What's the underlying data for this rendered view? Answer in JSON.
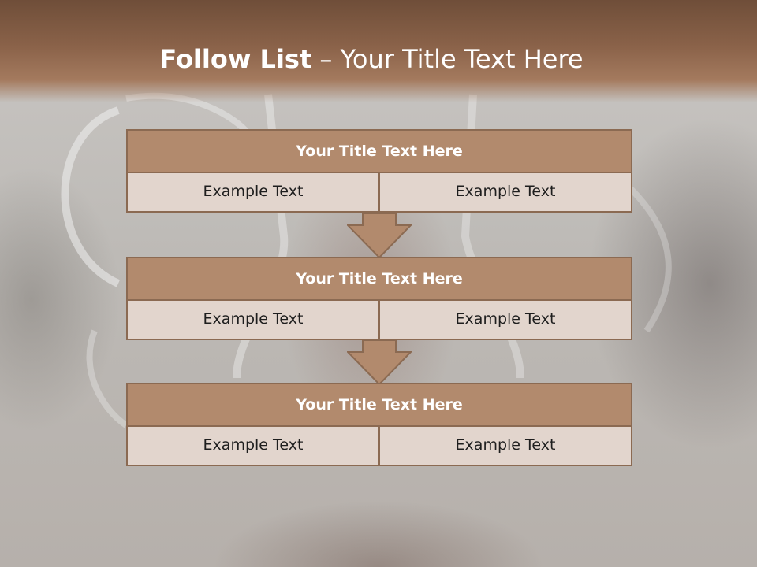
{
  "slide": {
    "title_bold": "Follow List",
    "title_separator": "–",
    "title_rest": "Your Title Text Here"
  },
  "blocks": [
    {
      "title": "Your Title Text Here",
      "cells": [
        "Example Text",
        "Example Text"
      ]
    },
    {
      "title": "Your Title Text Here",
      "cells": [
        "Example Text",
        "Example Text"
      ]
    },
    {
      "title": "Your Title Text Here",
      "cells": [
        "Example Text",
        "Example Text"
      ]
    }
  ],
  "colors": {
    "header_band": "#8a6249",
    "block_title_fill": "#b28a6d",
    "block_row_fill": "#e2d5cd",
    "border": "#8b6a52",
    "arrow_fill": "#b28a6d"
  },
  "icons": [
    "down-arrow-icon"
  ]
}
